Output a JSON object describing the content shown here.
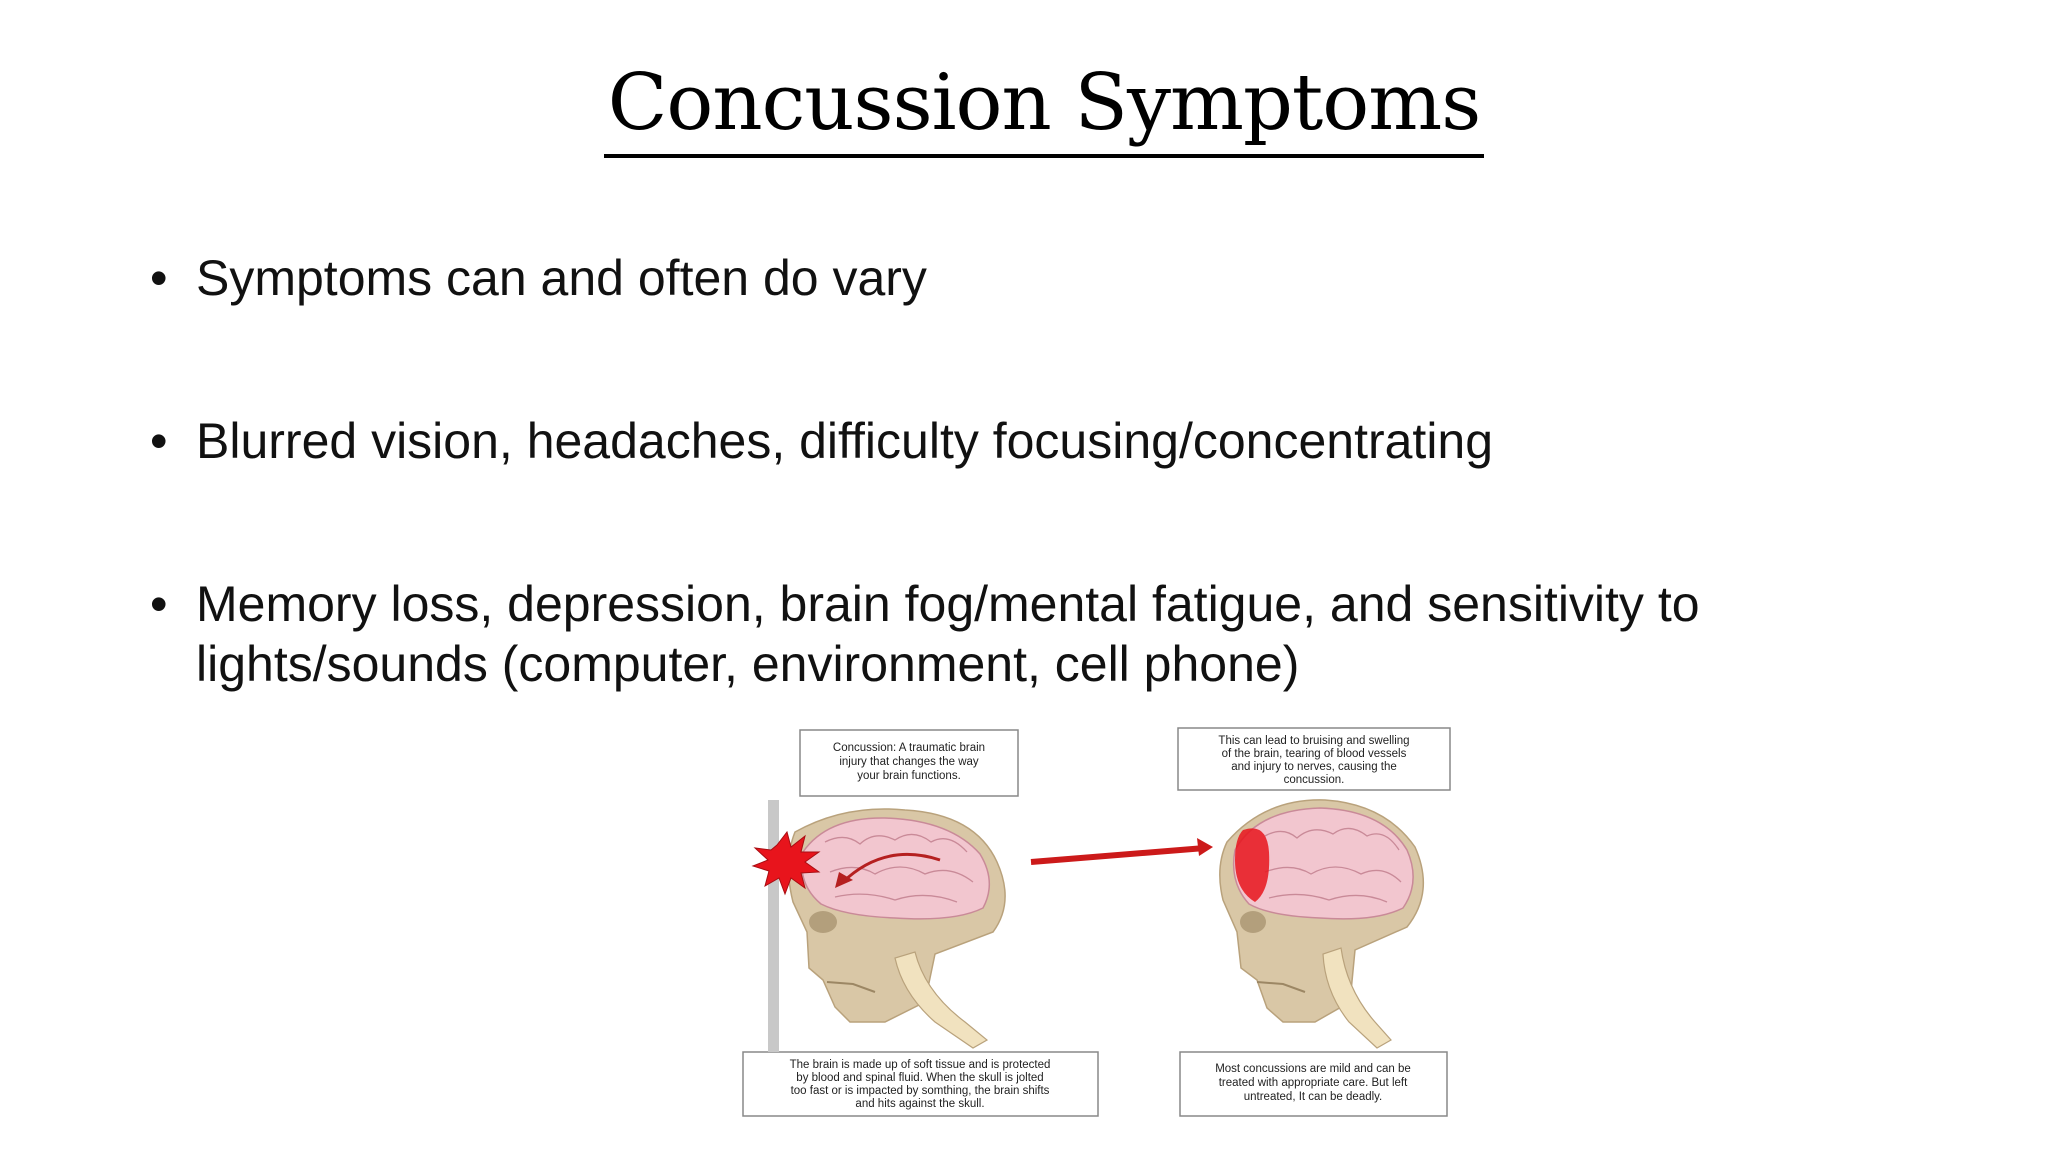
{
  "slide": {
    "title": "Concussion Symptoms",
    "bullet_char": "•",
    "bullets": [
      "Symptoms can and often do vary",
      "Blurred vision, headaches, difficulty focusing/concentrating",
      "Memory loss, depression, brain fog/mental fatigue, and sensitivity to lights/sounds (computer, environment, cell phone)"
    ]
  },
  "figure": {
    "captions": {
      "top_left": [
        "Concussion: A traumatic brain",
        "injury that changes the way",
        "your brain functions."
      ],
      "top_right": [
        "This can lead to bruising and swelling",
        "of the brain, tearing of blood vessels",
        "and injury to nerves, causing the",
        "concussion."
      ],
      "bottom_left": [
        "The brain is made up of soft tissue and is protected",
        "by blood and spinal fluid. When the skull  is jolted",
        "too fast or is impacted by somthing, the brain shifts",
        "and hits against the skull."
      ],
      "bottom_right": [
        "Most concussions are mild and can be",
        "treated with appropriate care. But left",
        "untreated, It can be deadly."
      ]
    },
    "colors": {
      "brain": "#f2c6cf",
      "skull": "#d8c6a8",
      "impact": "#e8141c",
      "arrow": "#cc1a1a"
    }
  }
}
